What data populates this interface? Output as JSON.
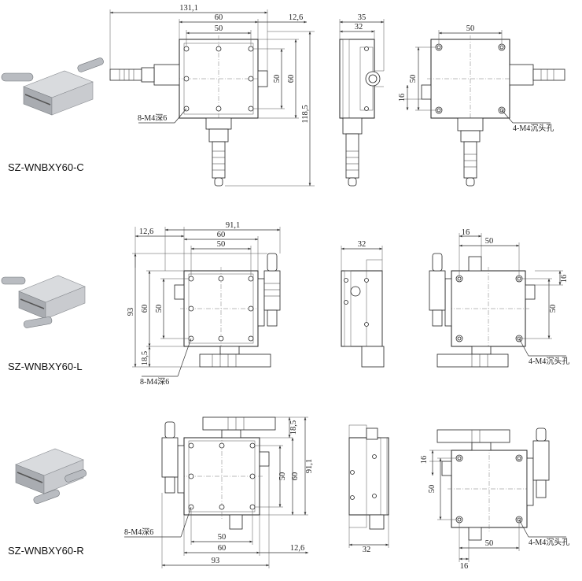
{
  "variants": [
    {
      "id": "C",
      "model": "SZ-WNBXY60-C",
      "top_view": {
        "overall_w": "131,1",
        "w60": "60",
        "w50": "50",
        "right_off": "12,6",
        "h50": "50",
        "h60": "60",
        "overall_h": "118,5",
        "note": "8-M4深6"
      },
      "side_view": {
        "w35": "35",
        "w32": "32"
      },
      "bottom_view": {
        "w50": "50",
        "h50": "50",
        "off16": "16",
        "note": "4-M4沉头孔"
      }
    },
    {
      "id": "L",
      "model": "SZ-WNBXY60-L",
      "top_view": {
        "left_off": "12,6",
        "overall_w": "91,1",
        "w60": "60",
        "w50": "50",
        "overall_h": "93",
        "h60": "60",
        "h50": "50",
        "bottom_off": "18,5",
        "note": "8-M4深6"
      },
      "side_view": {
        "w32": "32"
      },
      "bottom_view": {
        "off16": "16",
        "w50": "50",
        "side16": "16",
        "h50": "50",
        "note": "4-M4沉头孔"
      }
    },
    {
      "id": "R",
      "model": "SZ-WNBXY60-R",
      "top_view": {
        "top_off": "18,5",
        "h50": "50",
        "h60": "60",
        "overall_h": "91,1",
        "w50": "50",
        "w60": "60",
        "right_off": "12,6",
        "overall_w": "93",
        "note": "8-M4深6"
      },
      "side_view": {
        "w32": "32"
      },
      "bottom_view": {
        "off16": "16",
        "h50": "50",
        "w50": "50",
        "bottom16": "16",
        "note": "4-M4沉头孔"
      }
    }
  ]
}
